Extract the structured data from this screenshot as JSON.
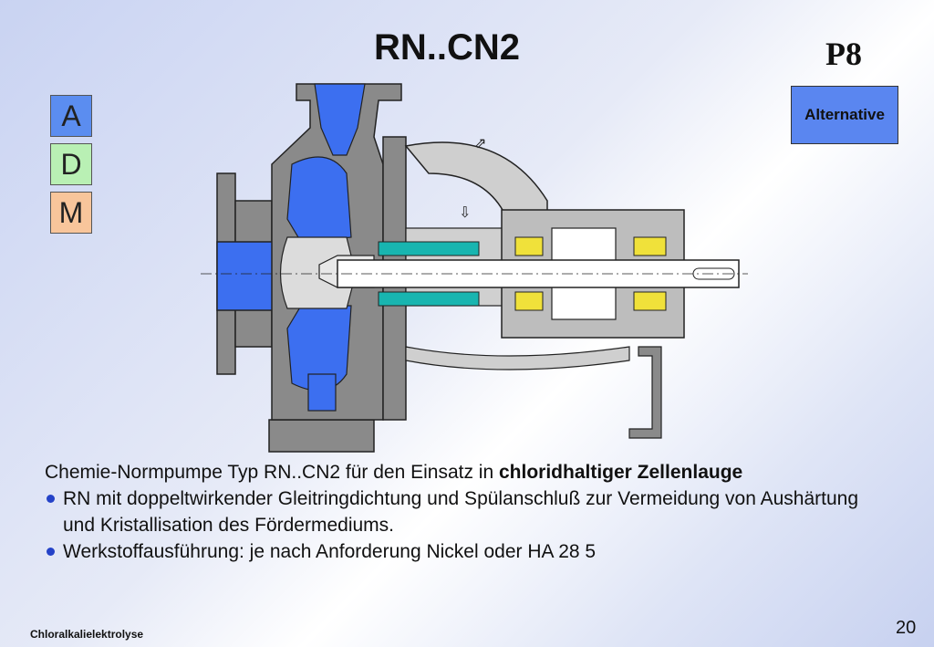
{
  "title": "RN..CN2",
  "page_code": "P8",
  "badges": [
    {
      "label": "A",
      "color": "#5b8df0"
    },
    {
      "label": "D",
      "color": "#b9f0b4"
    },
    {
      "label": "M",
      "color": "#f8c59b"
    }
  ],
  "alternative_button": "Alternative",
  "caption": {
    "lead_normal": "Chemie-Normpumpe Typ RN..CN2 für den Einsatz in ",
    "lead_bold": "chloridhaltiger Zellenlauge",
    "bullets": [
      "RN mit doppeltwirkender Gleitringdichtung und Spülanschluß zur Vermeidung von Aushärtung und Kristallisation des Fördermediums.",
      "Werkstoffausführung: je nach Anforderung Nickel oder HA 28 5"
    ]
  },
  "footer": "Chloralkalielektrolyse",
  "page_number": "20",
  "colors": {
    "casing": "#8a8a8a",
    "fluid": "#3c6ff0",
    "seal": "#18b5b0",
    "bearing": "#f0e13a"
  }
}
